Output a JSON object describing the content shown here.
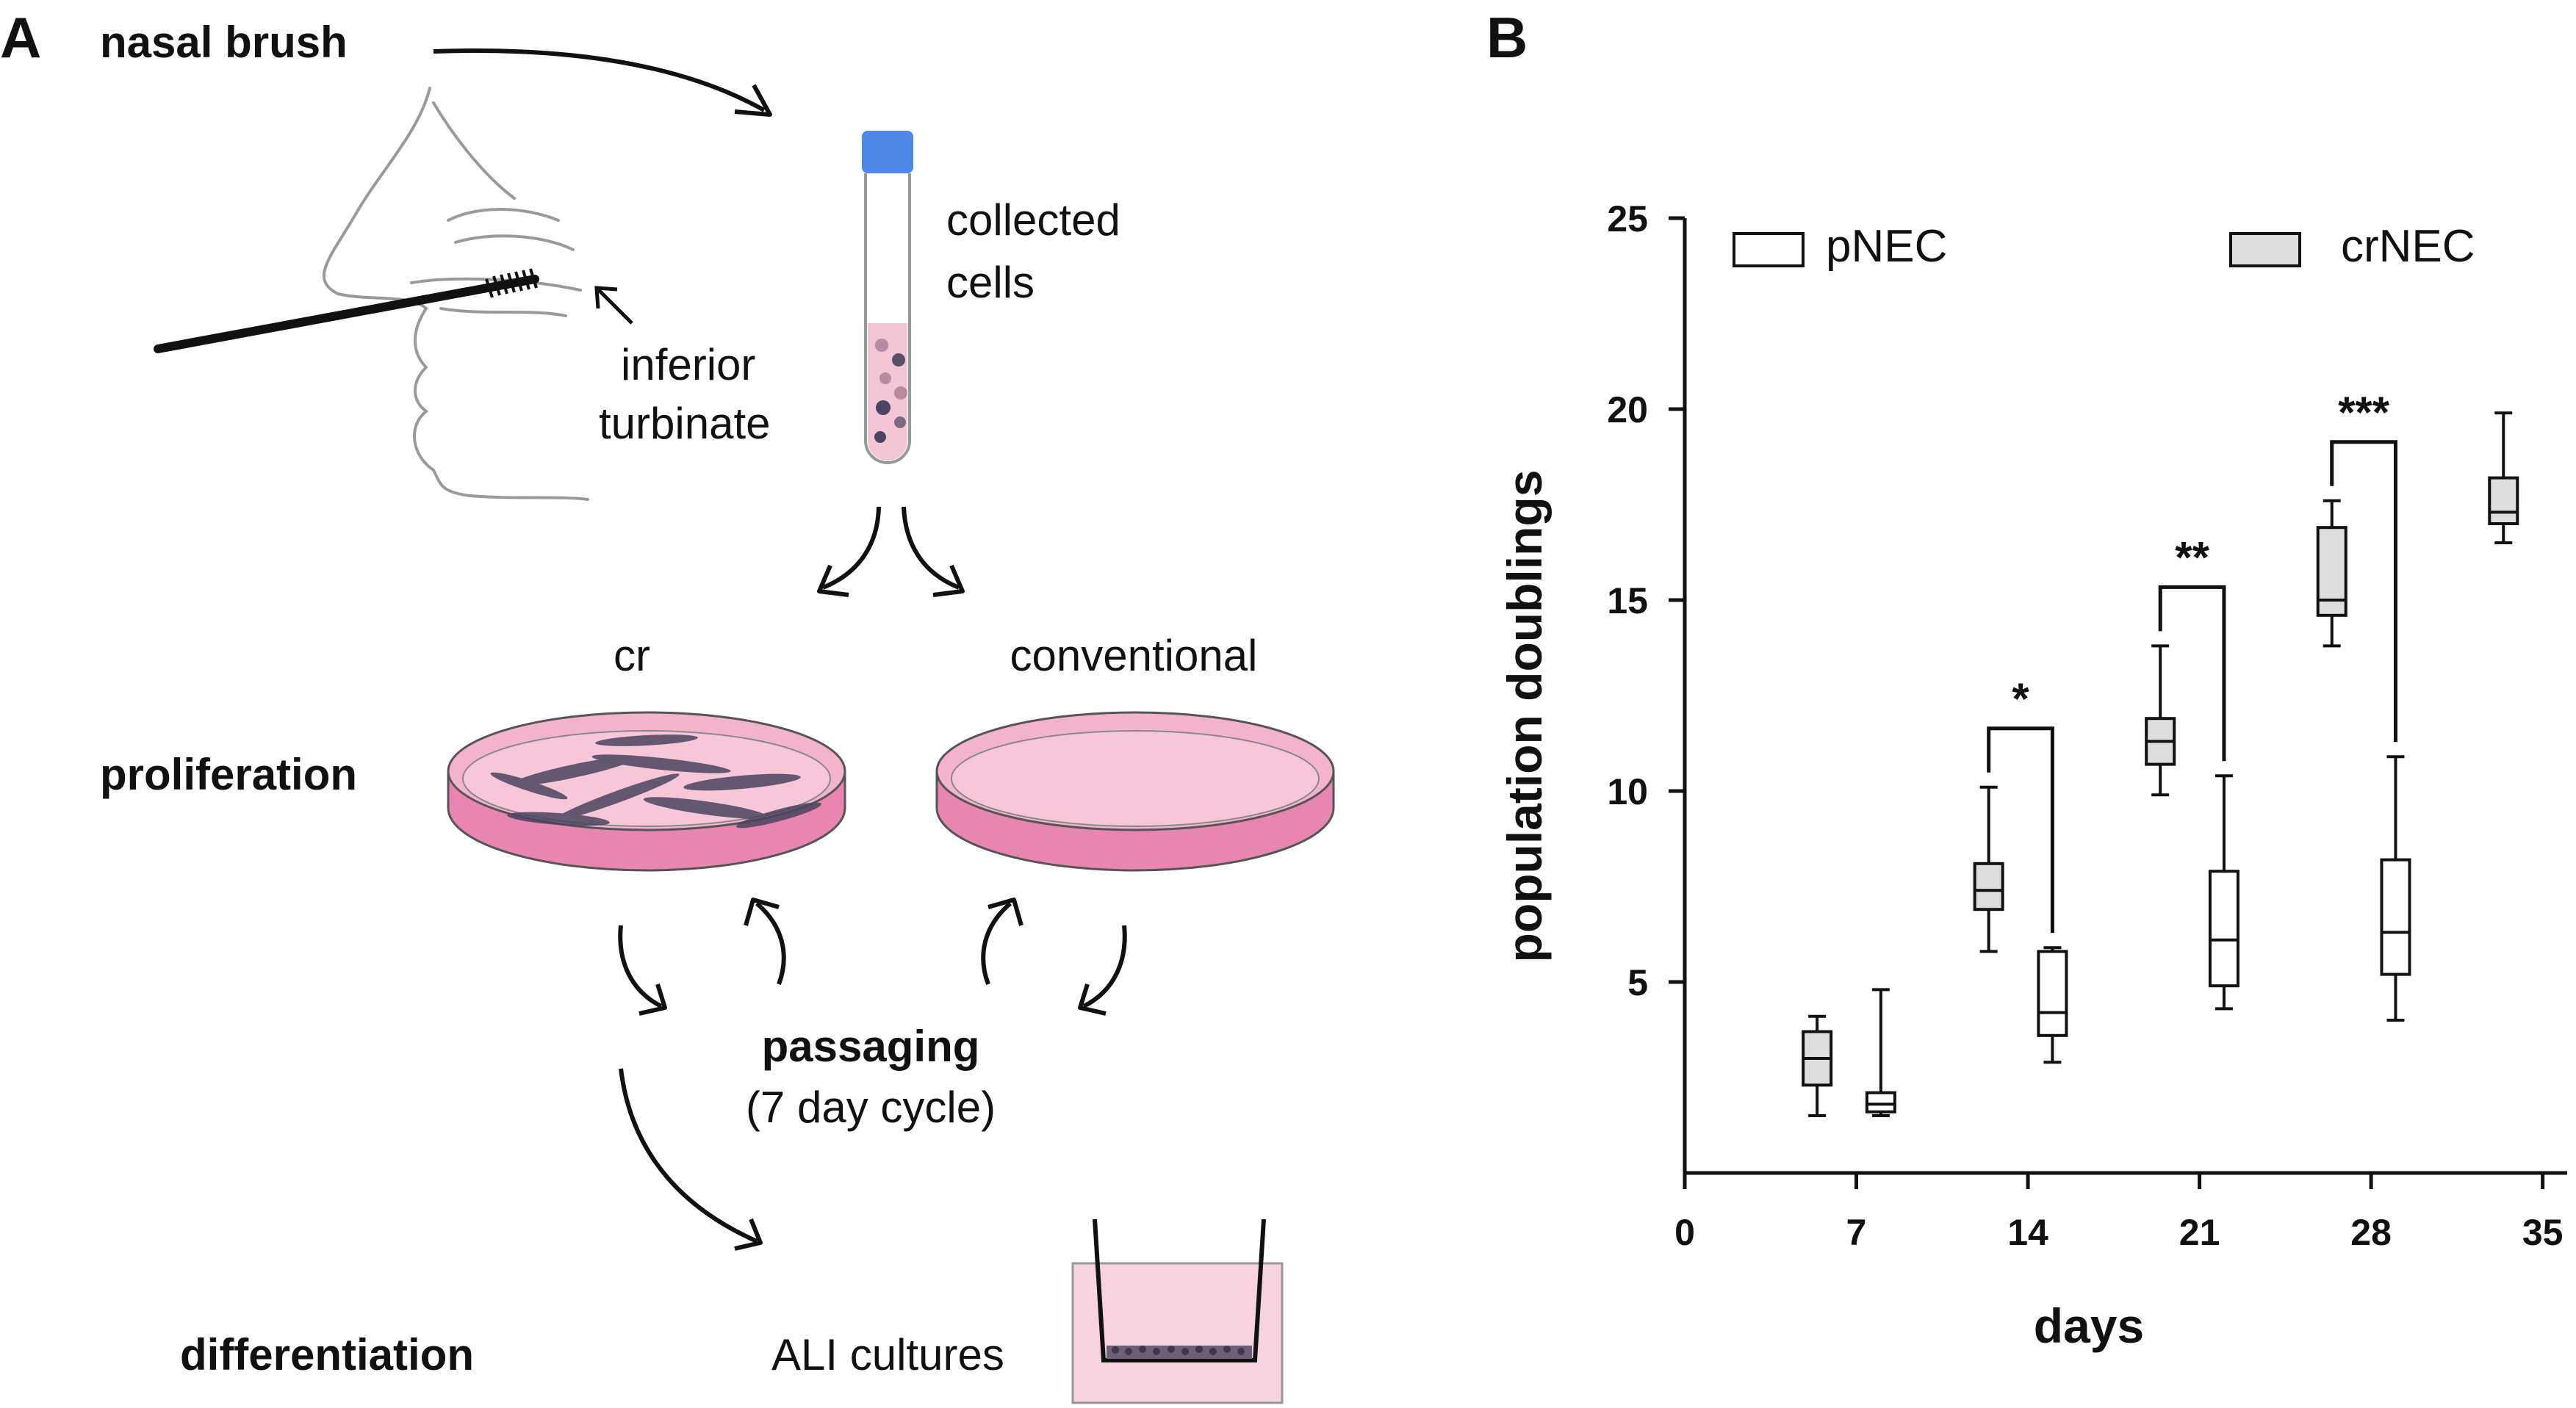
{
  "panel_a": {
    "label": "A",
    "nasal_brush": "nasal brush",
    "collected": [
      "collected",
      "cells"
    ],
    "turbinate": [
      "inferior",
      "turbinate"
    ],
    "cr": "cr",
    "conventional": "conventional",
    "proliferation": "proliferation",
    "passaging": "passaging",
    "cycle": "(7 day cycle)",
    "differentiation": "differentiation",
    "ali": "ALI cultures",
    "colors": {
      "tube_cap": "#4f88e8",
      "medium_pink": "#f1b3cc",
      "medium_deep": "#e98bb3",
      "cell_dark": "#4a4460",
      "line": "#111111",
      "face": "#9a9a9a"
    }
  },
  "panel_b": {
    "label": "B",
    "chart_data": {
      "type": "box",
      "xlabel": "days",
      "ylabel": "population doublings",
      "xlim": [
        0,
        36
      ],
      "ylim": [
        0,
        25
      ],
      "xticks": [
        0,
        7,
        14,
        21,
        28,
        35
      ],
      "yticks": [
        5,
        10,
        15,
        20,
        25
      ],
      "grid": false,
      "legend_position": "top",
      "series": [
        {
          "name": "pNEC",
          "fill": "#ffffff",
          "boxes": [
            {
              "x": 7,
              "min": 1.5,
              "q1": 1.6,
              "median": 1.8,
              "q3": 2.1,
              "max": 4.8
            },
            {
              "x": 14,
              "min": 2.9,
              "q1": 3.6,
              "median": 4.2,
              "q3": 5.8,
              "max": 5.9
            },
            {
              "x": 21,
              "min": 4.3,
              "q1": 4.9,
              "median": 6.1,
              "q3": 7.9,
              "max": 10.4
            },
            {
              "x": 28,
              "min": 4.0,
              "q1": 5.2,
              "median": 6.3,
              "q3": 8.2,
              "max": 10.9
            }
          ]
        },
        {
          "name": "crNEC",
          "fill": "#dddddd",
          "boxes": [
            {
              "x": 7,
              "min": 1.5,
              "q1": 2.3,
              "median": 3.0,
              "q3": 3.7,
              "max": 4.1
            },
            {
              "x": 14,
              "min": 5.8,
              "q1": 6.9,
              "median": 7.4,
              "q3": 8.1,
              "max": 10.1
            },
            {
              "x": 21,
              "min": 9.9,
              "q1": 10.7,
              "median": 11.3,
              "q3": 11.9,
              "max": 13.8
            },
            {
              "x": 28,
              "min": 13.8,
              "q1": 14.6,
              "median": 15.0,
              "q3": 16.9,
              "max": 17.6
            },
            {
              "x": 35,
              "min": 16.5,
              "q1": 17.0,
              "median": 17.3,
              "q3": 18.2,
              "max": 19.9
            }
          ]
        }
      ],
      "significance": [
        {
          "x": 14,
          "label": "*"
        },
        {
          "x": 21,
          "label": "**"
        },
        {
          "x": 28,
          "label": "***"
        }
      ]
    }
  }
}
